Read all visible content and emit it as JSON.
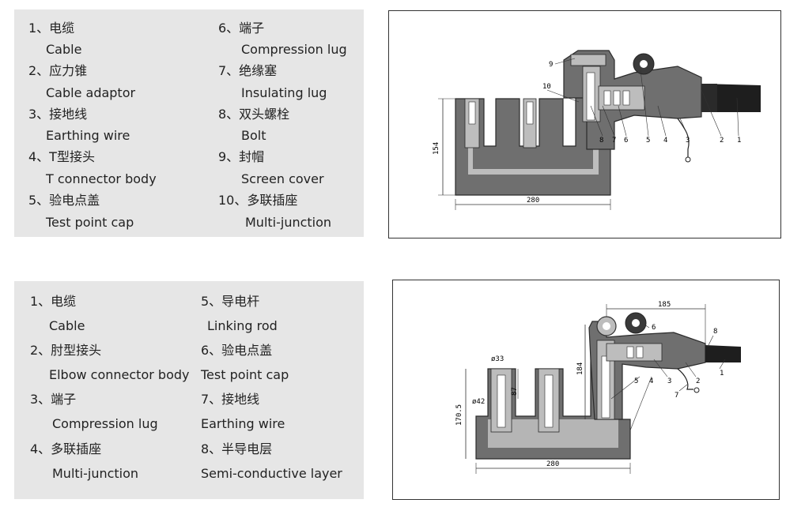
{
  "top_legend": {
    "items": [
      {
        "zh": "1、电缆",
        "en": "Cable"
      },
      {
        "zh": "2、应力锥",
        "en": "Cable adaptor"
      },
      {
        "zh": "3、接地线",
        "en": "Earthing wire"
      },
      {
        "zh": "4、T型接头",
        "en": "T connector body"
      },
      {
        "zh": "5、验电点盖",
        "en": "Test point cap"
      },
      {
        "zh": "6、端子",
        "en": "Compression lug"
      },
      {
        "zh": "7、绝缘塞",
        "en": "Insulating lug"
      },
      {
        "zh": "8、双头螺栓",
        "en": "Bolt"
      },
      {
        "zh": "9、封帽",
        "en": "Screen cover"
      },
      {
        "zh": "10、多联插座",
        "en": "Multi-junction"
      }
    ]
  },
  "bottom_legend": {
    "items": [
      {
        "zh": "1、电缆",
        "en": "Cable"
      },
      {
        "zh": "2、肘型接头",
        "en": "Elbow connector body"
      },
      {
        "zh": "3、端子",
        "en": "Compression lug"
      },
      {
        "zh": "4、多联插座",
        "en": "Multi-junction"
      },
      {
        "zh": "5、导电杆",
        "en": "Linking rod"
      },
      {
        "zh": "6、验电点盖",
        "en": "Test point cap"
      },
      {
        "zh": "7、接地线",
        "en": "Earthing wire"
      },
      {
        "zh": "8、半导电层",
        "en": "Semi-conductive layer"
      }
    ]
  },
  "top_drawing": {
    "dim_height": "154",
    "dim_width": "280",
    "callouts": [
      "1",
      "2",
      "3",
      "4",
      "5",
      "6",
      "7",
      "8",
      "9",
      "10"
    ]
  },
  "bottom_drawing": {
    "dim_total_height": "170.5",
    "dim_upper_height": "184",
    "dim_socket_depth": "87",
    "dim_top_diameter": "ø33",
    "dim_lower_diameter": "ø42",
    "dim_width": "280",
    "dim_reach": "185",
    "callouts": [
      "1",
      "2",
      "3",
      "4",
      "5",
      "6",
      "7",
      "8"
    ]
  },
  "colors": {
    "legend_bg": "#e6e6e6",
    "body_dark": "#6f6f6f",
    "body_light": "#bdbdbd",
    "cable_black": "#1e1e1e"
  }
}
